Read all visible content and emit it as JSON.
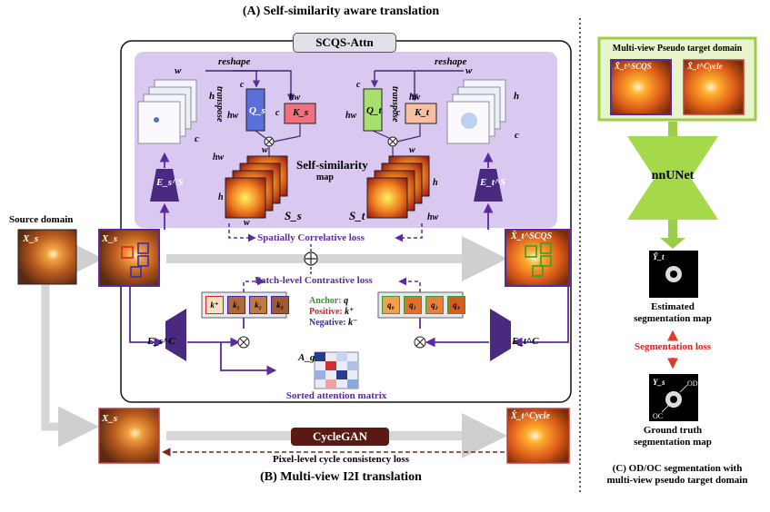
{
  "sectionA": {
    "title": "(A) Self-similarity aware translation",
    "attn_label": "SCQS-Attn"
  },
  "sectionB": {
    "title": "(B) Multi-view I2I translation"
  },
  "sectionC": {
    "title_line1": "(C) OD/OC segmentation with",
    "title_line2": "multi-view pseudo target domain"
  },
  "labels": {
    "source_domain": "Source domain",
    "reshape_left": "reshape",
    "reshape_right": "reshape",
    "transpose_left": "transpose",
    "transpose_right": "transpose",
    "self_similarity": "Self-similarity",
    "map": "map",
    "spatially_correlative_loss": "Spatially Correlative loss",
    "patch_level_contrastive_loss": "Patch-level Contrastive loss",
    "anchor": "Anchor:",
    "anchor_val": "q",
    "positive": "Positive:",
    "positive_val": "k⁺",
    "negative": "Negative:",
    "negative_val": "k⁻",
    "sorted_attention_matrix": "Sorted attention matrix",
    "cyclegan": "CycleGAN",
    "pixel_cycle_loss": "Pixel-level cycle consistency loss",
    "multi_view_pseudo": "Multi-view Pseudo target domain",
    "nnunet": "nnUNet",
    "estimated_line1": "Estimated",
    "estimated_line2": "segmentation map",
    "segmentation_loss": "Segmentation loss",
    "ground_truth_line1": "Ground truth",
    "ground_truth_line2": "segmentation map",
    "od": "OD",
    "oc": "OC"
  },
  "math": {
    "xs": "X_s",
    "xt_scqs": "X̂_t^SCQS",
    "xt_cycle": "X̂_t^Cycle",
    "es_s": "E_s^S",
    "et_s": "E_t^S",
    "es_c": "E_s^C",
    "et_c": "E_t^C",
    "qs": "Q_s",
    "ks": "K_s",
    "qt": "Q_t",
    "kt": "K_t",
    "ss": "S_s",
    "st": "S_t",
    "ag": "A_g",
    "yt": "Ŷ_t",
    "ys": "Y_s",
    "w": "w",
    "h": "h",
    "c": "c",
    "hw": "hw",
    "kplus": "k⁺",
    "k1": "k₁",
    "k2": "k₂",
    "k3": "k₃",
    "q0": "q₀",
    "q1": "q₁",
    "q2": "q₂",
    "q3": "q₃"
  },
  "colors": {
    "purple": "#5b2a9c",
    "lavender": "#d9c8ef",
    "green_arrow": "#9ccc4a",
    "red_dashed": "#8b2020",
    "cycle_box": "#5a1a14"
  }
}
